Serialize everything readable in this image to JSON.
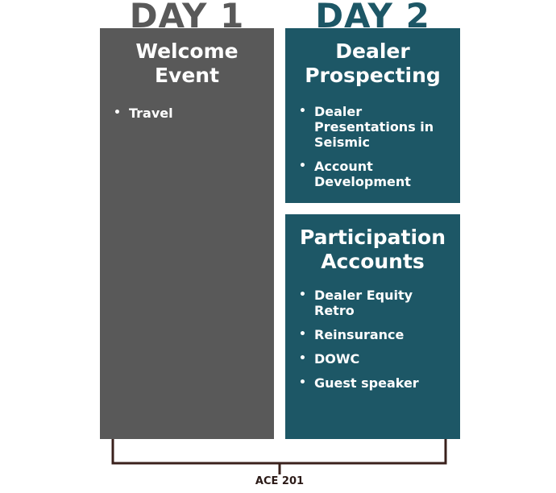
{
  "columns": [
    {
      "heading": "DAY 1"
    },
    {
      "heading": "DAY 2"
    }
  ],
  "panels": {
    "welcome": {
      "title_lines": [
        "Welcome",
        "Event"
      ],
      "bullets": [
        "Travel"
      ]
    },
    "dealer": {
      "title_lines": [
        "Dealer",
        "Prospecting"
      ],
      "bullets": [
        "Dealer Presentations in Seismic",
        "Account Development"
      ]
    },
    "participation": {
      "title_lines": [
        "Participation",
        "Accounts"
      ],
      "bullets": [
        "Dealer Equity Retro",
        "Reinsurance",
        "DOWC",
        "Guest speaker"
      ]
    }
  },
  "bracket": {
    "label": "ACE 201"
  },
  "colors": {
    "day1_fill": "#595959",
    "day2_fill": "#1d5766",
    "bracket": "#3a211c",
    "text_on_panel": "#ffffff"
  }
}
